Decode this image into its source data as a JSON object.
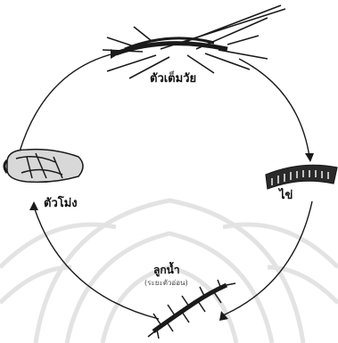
{
  "diagram": {
    "stages": [
      {
        "id": "adult",
        "label": "ตัวเต็มวัย",
        "icon": "mosquito-adult-icon"
      },
      {
        "id": "egg",
        "label": "ไข่",
        "icon": "egg-raft-icon"
      },
      {
        "id": "larva",
        "label": "ลูกน้ำ",
        "sublabel": "(ระยะตัวอ่อน)",
        "icon": "larva-icon"
      },
      {
        "id": "pupa",
        "label": "ตัวโม่ง",
        "icon": "pupa-icon"
      }
    ],
    "cycle_direction": "clockwise",
    "colors": {
      "ink": "#1a1a1a",
      "watermark": "#e3e3e3"
    }
  }
}
